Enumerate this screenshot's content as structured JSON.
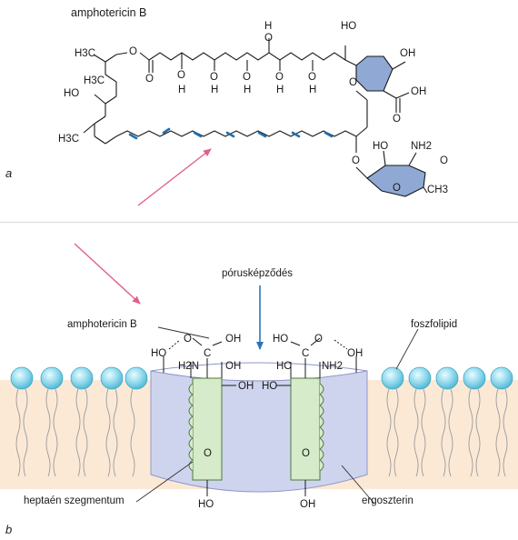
{
  "panel_a": {
    "panel_label": "a",
    "molecule_name": "amphotericin B",
    "groups": {
      "h3c_top": "H3C",
      "h3c_mid": "H3C",
      "h3c_low": "H3C",
      "ho_left": "HO",
      "ho_top": "HO",
      "h_top_a": "H",
      "h_top_b": "H",
      "ring_oh": "OH",
      "ring_ho": "HO",
      "oh_right": "OH",
      "cooh_oh": "OH",
      "lower_oh_1": "O",
      "lower_oh_2": "H",
      "lower_oh_3": "H",
      "lower_oh_4": "H",
      "lower_oh_5": "H",
      "sugar_ho": "HO",
      "sugar_nh2": "NH2",
      "sugar_ch3": "CH3",
      "sugar_o": "O"
    }
  },
  "panel_b": {
    "panel_label": "b",
    "labels": {
      "pore": "pórusképződés",
      "amphotericin": "amphotericin B",
      "phospholipid": "foszfolipid",
      "heptaene": "heptaén szegmentum",
      "ergosterol": "ergoszterin"
    },
    "left_head": {
      "o": "O",
      "oh": "OH",
      "c": "C",
      "ho": "HO",
      "h2n": "H2N",
      "oh2": "OH",
      "oh3": "OH",
      "ho_bottom": "HO",
      "ring_o": "O"
    },
    "right_head": {
      "ho": "HO",
      "o": "O",
      "c": "C",
      "oh": "OH",
      "nh2": "NH2",
      "oh2": "HO",
      "ho3": "HO",
      "oh_bottom": "OH",
      "ring_o": "O"
    }
  },
  "colors": {
    "ring_fill": "#8fa9d4",
    "bond_highlight": "#1f6fb0",
    "arrow_pink": "#e0608e",
    "arrow_blue": "#2a74b9",
    "membrane": "#fbe9d6",
    "channel": "#cfd4ee",
    "molecule_fill": "#d6ebc9",
    "lipid_head": "#8fd8ec"
  }
}
